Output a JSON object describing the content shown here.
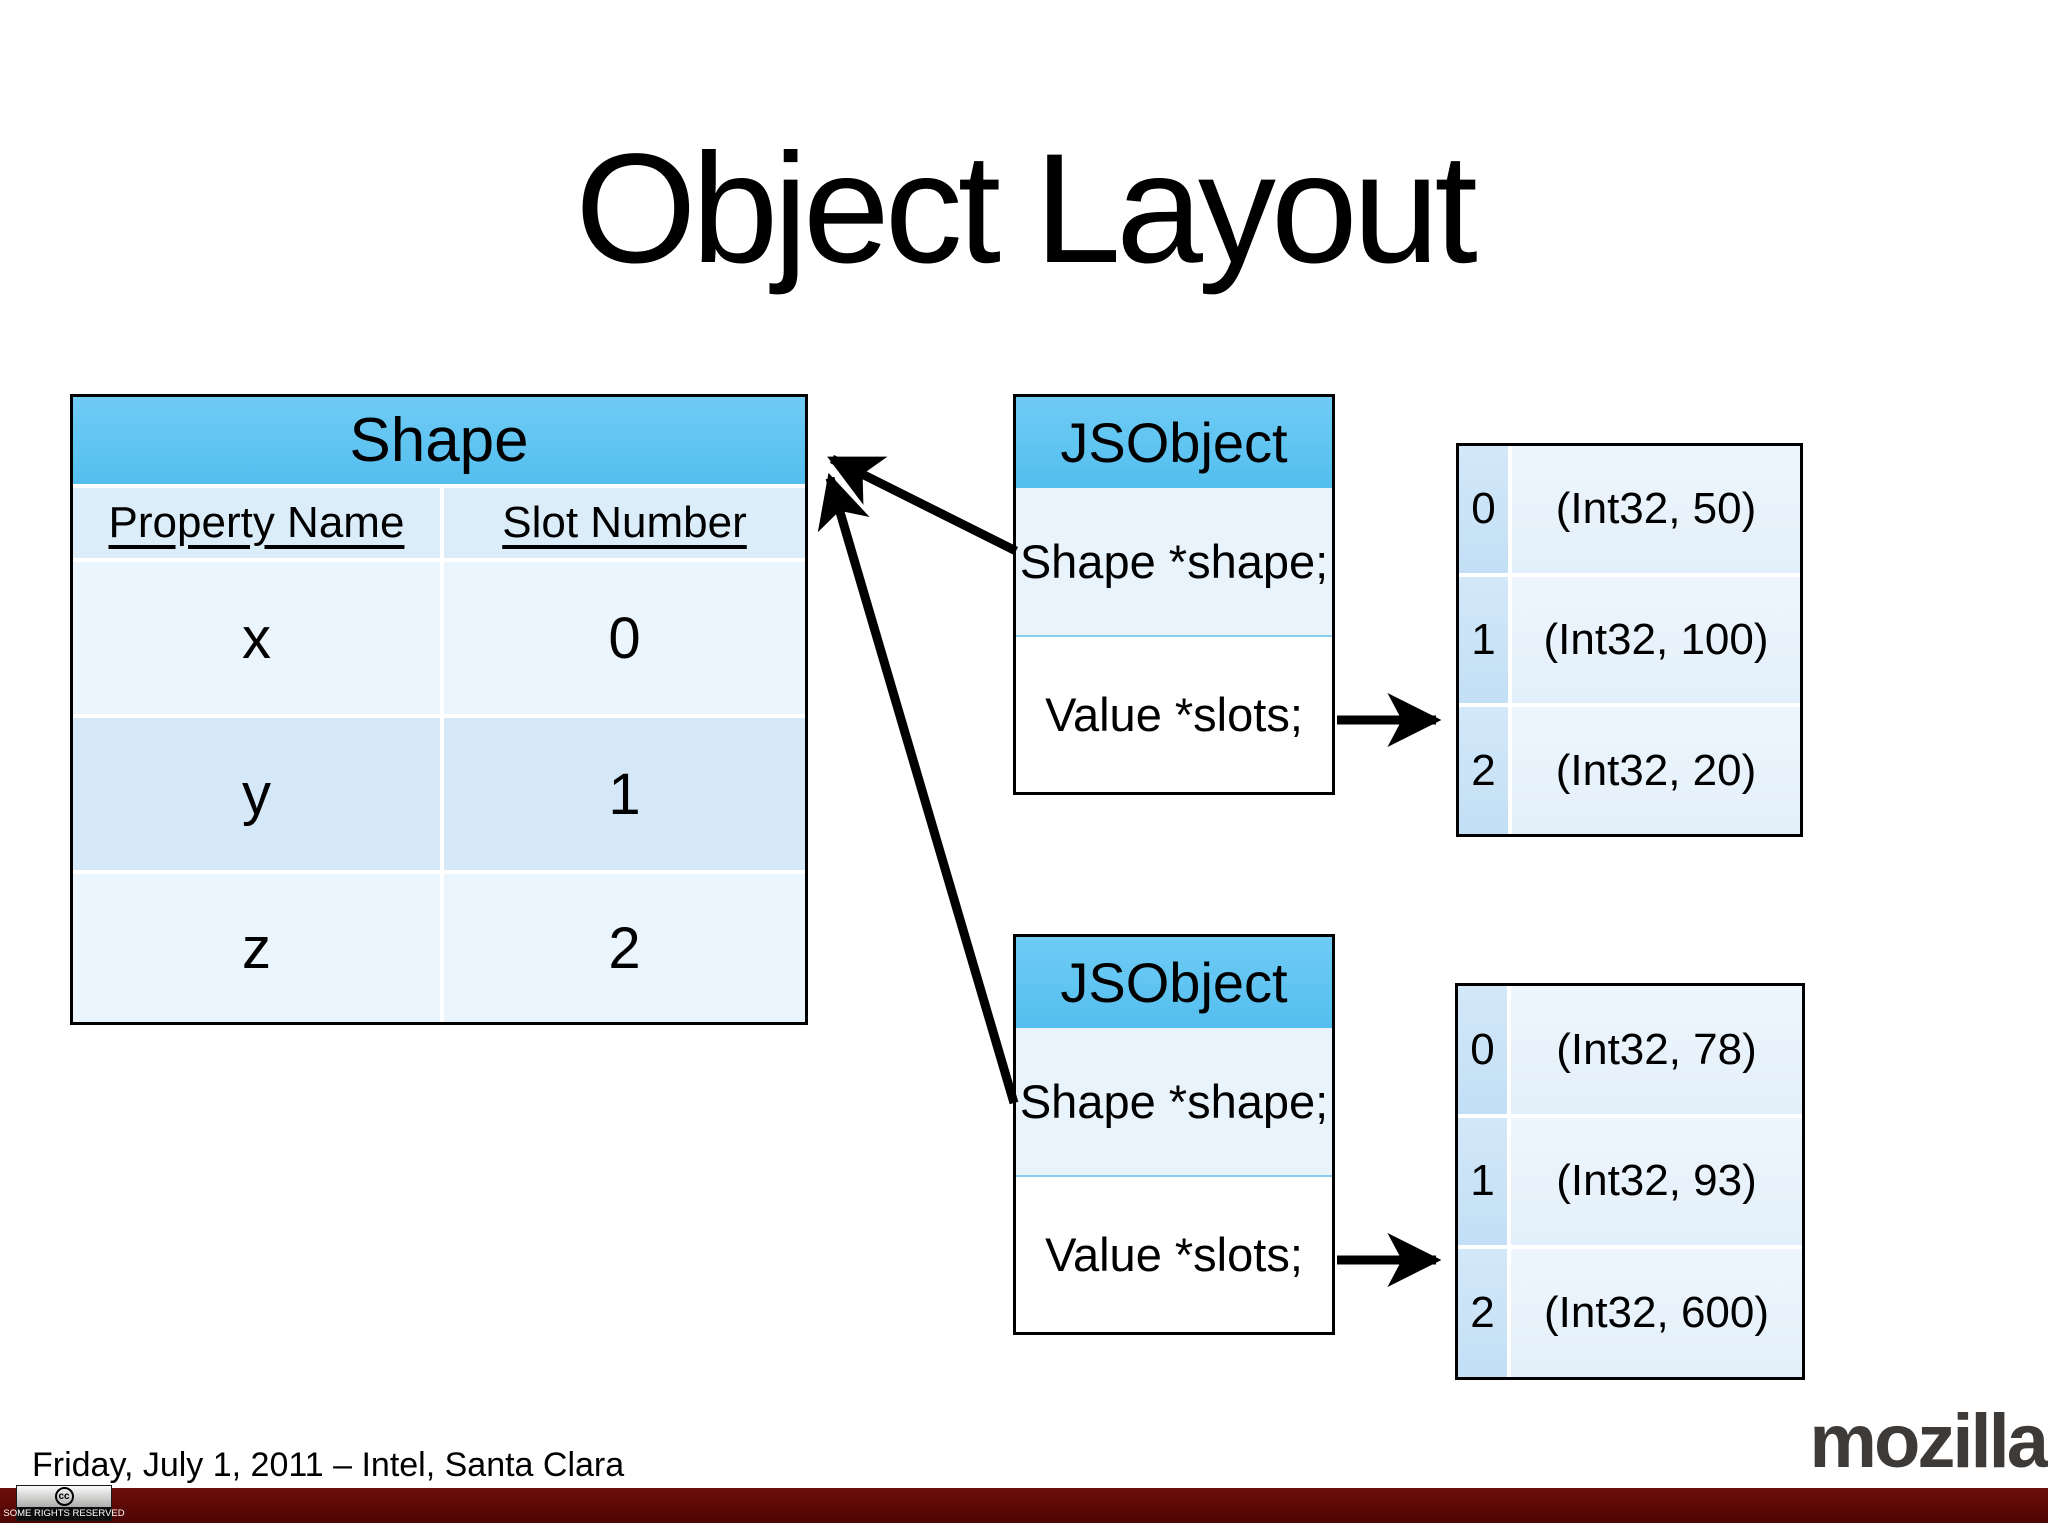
{
  "slide": {
    "title": "Object Layout",
    "footer": "Friday, July 1, 2011 – Intel, Santa Clara",
    "brand": "mozilla",
    "cc_logo": "cc",
    "cc_badge": "SOME RIGHTS RESERVED"
  },
  "shape_table": {
    "title": "Shape",
    "columns": [
      "Property Name",
      "Slot Number"
    ],
    "rows": [
      {
        "property": "x",
        "slot": "0"
      },
      {
        "property": "y",
        "slot": "1"
      },
      {
        "property": "z",
        "slot": "2"
      }
    ]
  },
  "jsobjects": [
    {
      "title": "JSObject",
      "fields": [
        "Shape *shape;",
        "Value *slots;"
      ]
    },
    {
      "title": "JSObject",
      "fields": [
        "Shape *shape;",
        "Value *slots;"
      ]
    }
  ],
  "slot_tables": [
    {
      "rows": [
        {
          "index": "0",
          "value": "(Int32, 50)"
        },
        {
          "index": "1",
          "value": "(Int32, 100)"
        },
        {
          "index": "2",
          "value": "(Int32, 20)"
        }
      ]
    },
    {
      "rows": [
        {
          "index": "0",
          "value": "(Int32, 78)"
        },
        {
          "index": "1",
          "value": "(Int32, 93)"
        },
        {
          "index": "2",
          "value": "(Int32, 600)"
        }
      ]
    }
  ],
  "colors": {
    "header_blue": "#5EC6F3",
    "row_light": "#EBF5FD",
    "row_mid": "#D5E8F8",
    "col_header": "#DCEDFA",
    "index_col": "#CBE3F7",
    "value_cell": "#E9F3FC",
    "footer_bar": "#5B0805",
    "brand_gray": "#3D3A38",
    "arrow": "#000000"
  }
}
